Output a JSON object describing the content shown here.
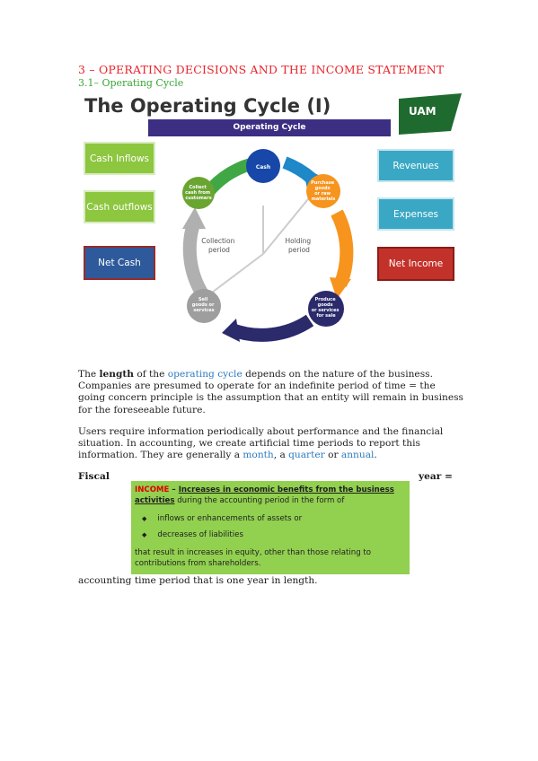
{
  "heading": "3 – OPERATING DECISIONS AND THE INCOME STATEMENT",
  "subheading": "3.1– Operating Cycle",
  "slide": {
    "title": "The Operating Cycle (I)",
    "band_label": "Operating Cycle",
    "logo_text": "UAM",
    "left_boxes": [
      "Cash Inflows",
      "Cash outflows",
      "Net Cash"
    ],
    "right_boxes": [
      "Revenues",
      "Expenses",
      "Net Income"
    ],
    "nodes": {
      "cash": "Cash",
      "collect": [
        "Collect",
        "cash from",
        "customers"
      ],
      "purchase": [
        "Purchase",
        "goods",
        "or raw",
        "materials"
      ],
      "produce": [
        "Produce",
        "goods",
        "or services",
        "for sale"
      ],
      "sell": [
        "Sell",
        "goods or",
        "services"
      ]
    },
    "collection_period": [
      "Collection",
      "period"
    ],
    "holding_period": [
      "Holding",
      "period"
    ],
    "colors": {
      "green_box": "#8dc63f",
      "teal_box": "#3aa8c4",
      "blue_box": "#2e5a9c",
      "red_box": "#c2322b",
      "band": "#3c2f83",
      "logo": "#1f6b2f"
    }
  },
  "paragraph1": {
    "pre": "The ",
    "bold": "length",
    "mid": " of the ",
    "link": "operating cycle",
    "post": " depends on the nature of the business. Companies are presumed to operate for an indefinite period of time = the going concern principle is the assumption that an entity will remain in business for the foreseeable future."
  },
  "paragraph2": {
    "pre": "Users require information periodically about performance and the financial situation. In accounting, we create artificial time periods to report this information. They are generally a ",
    "link1": "month",
    "sep1": ", a ",
    "link2": "quarter",
    "sep2": " or ",
    "link3": "annual",
    "post": "."
  },
  "fiscal_left": "Fiscal",
  "fiscal_right": "year =",
  "definition": {
    "term": "INCOME",
    "dash": " – ",
    "underlined": "Increases in economic benefits from the business activities",
    "rest": " during the accounting period in the form of",
    "bullets": [
      "inflows or enhancements of assets or",
      "decreases of liabilities"
    ],
    "closing": "that result in increases in equity, other than those relating to contributions from shareholders."
  },
  "closing_line": "accounting time period that is one year in length."
}
